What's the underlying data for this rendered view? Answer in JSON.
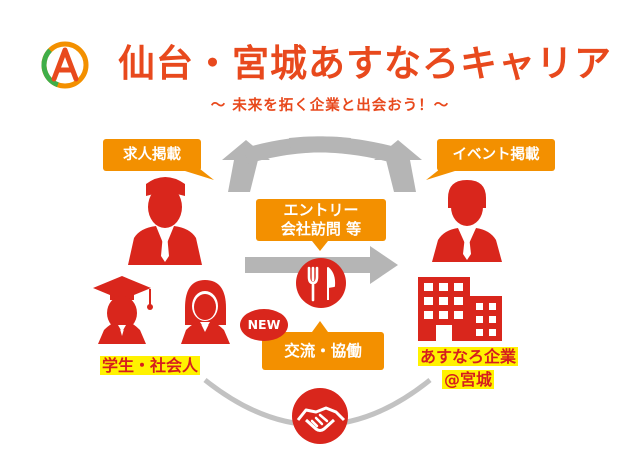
{
  "brand": {
    "logo_letter": "A",
    "title": "仙台・宮城あすなろキャリア",
    "tagline": "～ 未来を拓く企業と出会おう！～"
  },
  "callouts": {
    "job_posting": "求人掲載",
    "event_posting": "イベント掲載",
    "entry_line1": "エントリー",
    "entry_line2": "会社訪問 等",
    "exchange": "交流・協働",
    "new_badge": "NEW"
  },
  "actors": {
    "students": "学生・社会人",
    "companies_line1": "あすなろ企業",
    "companies_line2": "@宮城"
  },
  "icons": {
    "logo": "asunaro-logo-icon",
    "businessman": "businessman-icon",
    "student_graduate": "graduate-icon",
    "student_female": "female-student-icon",
    "company": "office-building-icon",
    "meal": "fork-knife-icon",
    "partnership": "handshake-icon"
  },
  "colors": {
    "brand_orange": "#e8491d",
    "callout_orange": "#f39000",
    "figure_red": "#d9261c",
    "arrow_gray": "#b5b5b5",
    "highlight_yellow": "#fff200"
  }
}
